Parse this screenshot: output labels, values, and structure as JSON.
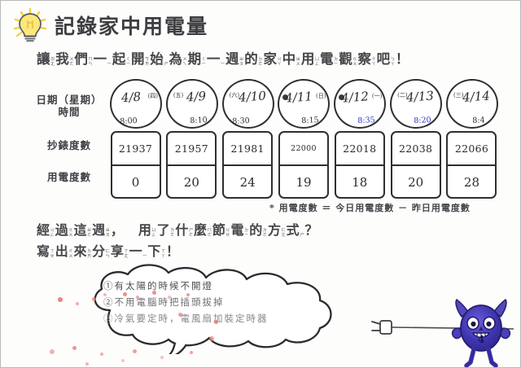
{
  "header": {
    "icon": "lightbulb-icon",
    "title": "記錄家中用電量"
  },
  "subtitle": {
    "full_text": "讓我們一起開始為期一週的家中用電觀察吧！",
    "tokens": [
      {
        "base": "讓",
        "bpmf": "ㄖ\nㄤ"
      },
      {
        "base": "我",
        "bpmf": "ㄨ\nㄜ"
      },
      {
        "base": "們",
        "bpmf": "ㄇ\nㄣ"
      },
      {
        "base": "一",
        "bpmf": "一"
      },
      {
        "base": "起",
        "bpmf": "ㄑ\nㄧ"
      },
      {
        "base": "開",
        "bpmf": "ㄎ\nㄞ"
      },
      {
        "base": "始",
        "bpmf": "ㄕ"
      },
      {
        "base": "為",
        "bpmf": "ㄨ\nㄟ"
      },
      {
        "base": "期",
        "bpmf": "ㄑ\nㄧ"
      },
      {
        "base": "一",
        "bpmf": "一"
      },
      {
        "base": "週",
        "bpmf": "ㄓ\nㄡ"
      },
      {
        "base": "的",
        "bpmf": "ㄉ\nㄜ"
      },
      {
        "base": "家",
        "bpmf": "ㄐ\nㄚ"
      },
      {
        "base": "中",
        "bpmf": "ㄓ\nㄨ"
      },
      {
        "base": "用",
        "bpmf": "ㄩ\nㄥ"
      },
      {
        "base": "電",
        "bpmf": "ㄉ\nㄧ"
      },
      {
        "base": "觀",
        "bpmf": "ㄍ\nㄨ"
      },
      {
        "base": "察",
        "bpmf": "ㄔ\nㄚ"
      },
      {
        "base": "吧",
        "bpmf": "ㄅ\nㄚ"
      },
      {
        "base": "！",
        "bpmf": ""
      }
    ]
  },
  "table": {
    "row_labels": {
      "date": "日期（星期）",
      "time": "時間",
      "meter": "抄錶度數",
      "usage": "用電度數"
    },
    "columns": [
      {
        "date": "4/8",
        "weekday": "(四)",
        "weekday_side": "right",
        "time": "8:00",
        "time_side": "left",
        "marked": false,
        "meter": "21937",
        "meter_ink": "black",
        "usage": "0",
        "usage_ink": "black",
        "time_ink": "black"
      },
      {
        "date": "4/9",
        "weekday": "(五)",
        "weekday_side": "left",
        "time": "8:10",
        "time_side": "right",
        "marked": false,
        "meter": "21957",
        "meter_ink": "black",
        "usage": "20",
        "usage_ink": "black",
        "time_ink": "black"
      },
      {
        "date": "4/10",
        "weekday": "(六)",
        "weekday_side": "left",
        "time": "8:30",
        "time_side": "left",
        "marked": false,
        "meter": "21981",
        "meter_ink": "black",
        "usage": "24",
        "usage_ink": "black",
        "time_ink": "black"
      },
      {
        "date": "4/11",
        "weekday": "(日)",
        "weekday_side": "right",
        "time": "8:15",
        "time_side": "right",
        "marked": true,
        "meter": "22000",
        "meter_ink": "black",
        "usage": "19",
        "usage_ink": "black",
        "time_ink": "black"
      },
      {
        "date": "4/12",
        "weekday": "(一)",
        "weekday_side": "right",
        "time": "8:35",
        "time_side": "right",
        "marked": true,
        "meter": "22018",
        "meter_ink": "blue",
        "usage": "18",
        "usage_ink": "blue",
        "time_ink": "blue"
      },
      {
        "date": "4/13",
        "weekday": "(二)",
        "weekday_side": "left",
        "time": "8:20",
        "time_side": "right",
        "marked": false,
        "meter": "22038",
        "meter_ink": "blue",
        "usage": "20",
        "usage_ink": "blue",
        "time_ink": "blue"
      },
      {
        "date": "4/14",
        "weekday": "(三)",
        "weekday_side": "left",
        "time": "8:4",
        "time_side": "right",
        "marked": false,
        "meter": "22066",
        "meter_ink": "black",
        "usage": "28",
        "usage_ink": "black",
        "time_ink": "black"
      }
    ],
    "footnote": "* 用電度數 ＝ 今日用電度數 － 昨日用電度數"
  },
  "question": {
    "full_text": "經過這週，用了什麼節電的方式？寫出來分享一下！",
    "line1": [
      {
        "base": "經",
        "bpmf": "ㄐ\nㄥ"
      },
      {
        "base": "過",
        "bpmf": "ㄍ\nㄨ"
      },
      {
        "base": "這",
        "bpmf": "ㄓ\nㄜ"
      },
      {
        "base": "週",
        "bpmf": "ㄓ\nㄡ"
      },
      {
        "base": "，",
        "bpmf": ""
      },
      {
        "base": "　",
        "bpmf": ""
      },
      {
        "base": "用",
        "bpmf": "ㄩ\nㄥ"
      },
      {
        "base": "了",
        "bpmf": "ㄌ\nㄜ"
      },
      {
        "base": "什",
        "bpmf": "ㄕ\nㄜ"
      },
      {
        "base": "麼",
        "bpmf": "ㄇ\nㄜ"
      },
      {
        "base": "節",
        "bpmf": "ㄐ\nㄝ"
      },
      {
        "base": "電",
        "bpmf": "ㄉ\nㄧ"
      },
      {
        "base": "的",
        "bpmf": "ㄉ\nㄜ"
      },
      {
        "base": "方",
        "bpmf": "ㄈ\nㄤ"
      },
      {
        "base": "式",
        "bpmf": "ㄕ"
      },
      {
        "base": "？",
        "bpmf": ""
      }
    ],
    "line2": [
      {
        "base": "寫",
        "bpmf": "ㄒ\nㄝ"
      },
      {
        "base": "出",
        "bpmf": "ㄔ\nㄨ"
      },
      {
        "base": "來",
        "bpmf": "ㄌ\nㄞ"
      },
      {
        "base": "分",
        "bpmf": "ㄈ\nㄣ"
      },
      {
        "base": "享",
        "bpmf": "ㄒ\nㄤ"
      },
      {
        "base": "一",
        "bpmf": "一"
      },
      {
        "base": "下",
        "bpmf": "ㄒ\nㄚ"
      },
      {
        "base": "！",
        "bpmf": ""
      }
    ]
  },
  "answer_cloud": {
    "lines": [
      "①有太陽的時候不開燈",
      "②不用電腦時把插頭拔掉",
      "③冷氣要定時，電風扇加裝定時器"
    ]
  },
  "decorations": {
    "monster": {
      "name": "purple-monster",
      "body_color": "#3b2fa8",
      "belly_mark": "4"
    },
    "plug": {
      "name": "power-plug-cord"
    },
    "dot_color": "#e8918c"
  }
}
